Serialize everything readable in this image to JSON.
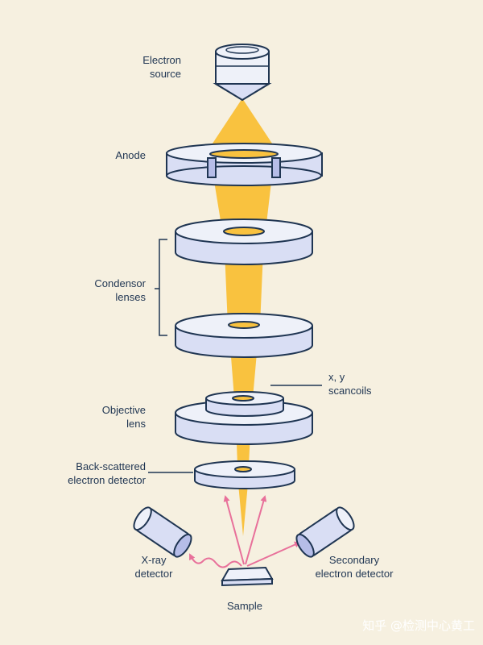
{
  "labels": {
    "electron_source": [
      "Electron",
      "source"
    ],
    "anode": "Anode",
    "condensor_lenses": [
      "Condensor",
      "lenses"
    ],
    "scancoils": [
      "x, y",
      "scancoils"
    ],
    "objective_lens": [
      "Objective",
      "lens"
    ],
    "bse_detector": [
      "Back-scattered",
      "electron detector"
    ],
    "xray_detector": [
      "X-ray",
      "detector"
    ],
    "secondary_detector": [
      "Secondary",
      "electron detector"
    ],
    "sample": "Sample"
  },
  "watermark": "知乎 @检测中心黄工",
  "colors": {
    "background": "#f6f0e0",
    "beam": "#f9c23f",
    "lens_face": "#eef1f9",
    "lens_side": "#d9def4",
    "dark_side": "#b6bde8",
    "outline": "#1f3552",
    "signal": "#e8709a"
  }
}
